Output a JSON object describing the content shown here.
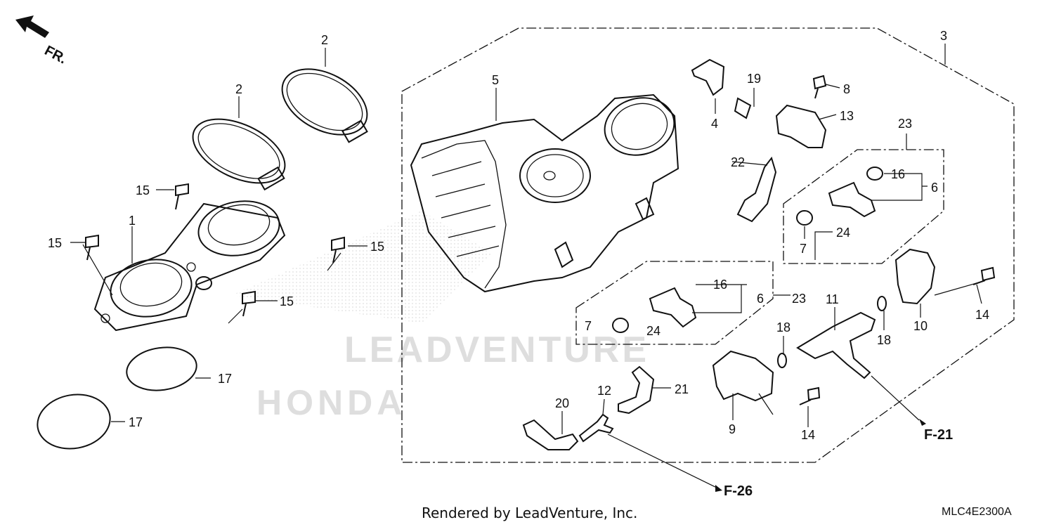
{
  "direction": {
    "label": "FR."
  },
  "callouts": [
    {
      "id": "c2a",
      "text": "2"
    },
    {
      "id": "c2b",
      "text": "2"
    },
    {
      "id": "c3",
      "text": "3"
    },
    {
      "id": "c4",
      "text": "4"
    },
    {
      "id": "c5",
      "text": "5"
    },
    {
      "id": "c19",
      "text": "19"
    },
    {
      "id": "c8",
      "text": "8"
    },
    {
      "id": "c13",
      "text": "13"
    },
    {
      "id": "c23a",
      "text": "23"
    },
    {
      "id": "c22",
      "text": "22"
    },
    {
      "id": "c16a",
      "text": "16"
    },
    {
      "id": "c6a",
      "text": "6"
    },
    {
      "id": "c24a",
      "text": "24"
    },
    {
      "id": "c7a",
      "text": "7"
    },
    {
      "id": "c15a",
      "text": "15"
    },
    {
      "id": "c15b",
      "text": "15"
    },
    {
      "id": "c15c",
      "text": "15"
    },
    {
      "id": "c15d",
      "text": "15"
    },
    {
      "id": "c1",
      "text": "1"
    },
    {
      "id": "c16b",
      "text": "16"
    },
    {
      "id": "c6b",
      "text": "6"
    },
    {
      "id": "c23b",
      "text": "23"
    },
    {
      "id": "c7b",
      "text": "7"
    },
    {
      "id": "c24b",
      "text": "24"
    },
    {
      "id": "c11",
      "text": "11"
    },
    {
      "id": "c10",
      "text": "10"
    },
    {
      "id": "c14a",
      "text": "14"
    },
    {
      "id": "c18a",
      "text": "18"
    },
    {
      "id": "c18b",
      "text": "18"
    },
    {
      "id": "c17a",
      "text": "17"
    },
    {
      "id": "c17b",
      "text": "17"
    },
    {
      "id": "c12",
      "text": "12"
    },
    {
      "id": "c21",
      "text": "21"
    },
    {
      "id": "c20",
      "text": "20"
    },
    {
      "id": "c9",
      "text": "9"
    },
    {
      "id": "c14b",
      "text": "14"
    }
  ],
  "references": {
    "f21": "F-21",
    "f26": "F-26"
  },
  "watermarks": {
    "leadventure": "LEADVENTURE",
    "honda": "HONDA"
  },
  "footer": {
    "credit": "Rendered by LeadVenture, Inc.",
    "code": "MLC4E2300A"
  }
}
